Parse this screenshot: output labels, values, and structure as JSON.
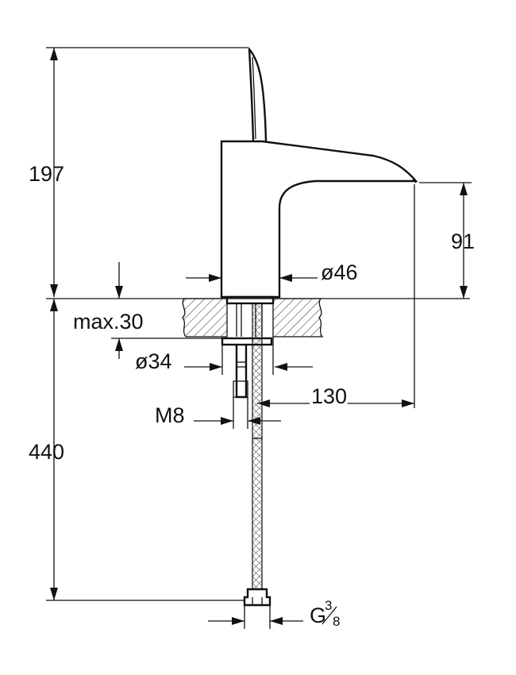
{
  "diagram": {
    "dimensions": {
      "height_top": "197",
      "spout_height": "91",
      "body_diameter": "ø46",
      "max_thickness": "max.30",
      "shank_diameter": "ø34",
      "spout_reach": "130",
      "thread": "M8",
      "hose_length": "440",
      "connection_main": "G",
      "connection_num": "3",
      "connection_den": "8"
    },
    "colors": {
      "line": "#111111",
      "background": "#ffffff"
    }
  }
}
